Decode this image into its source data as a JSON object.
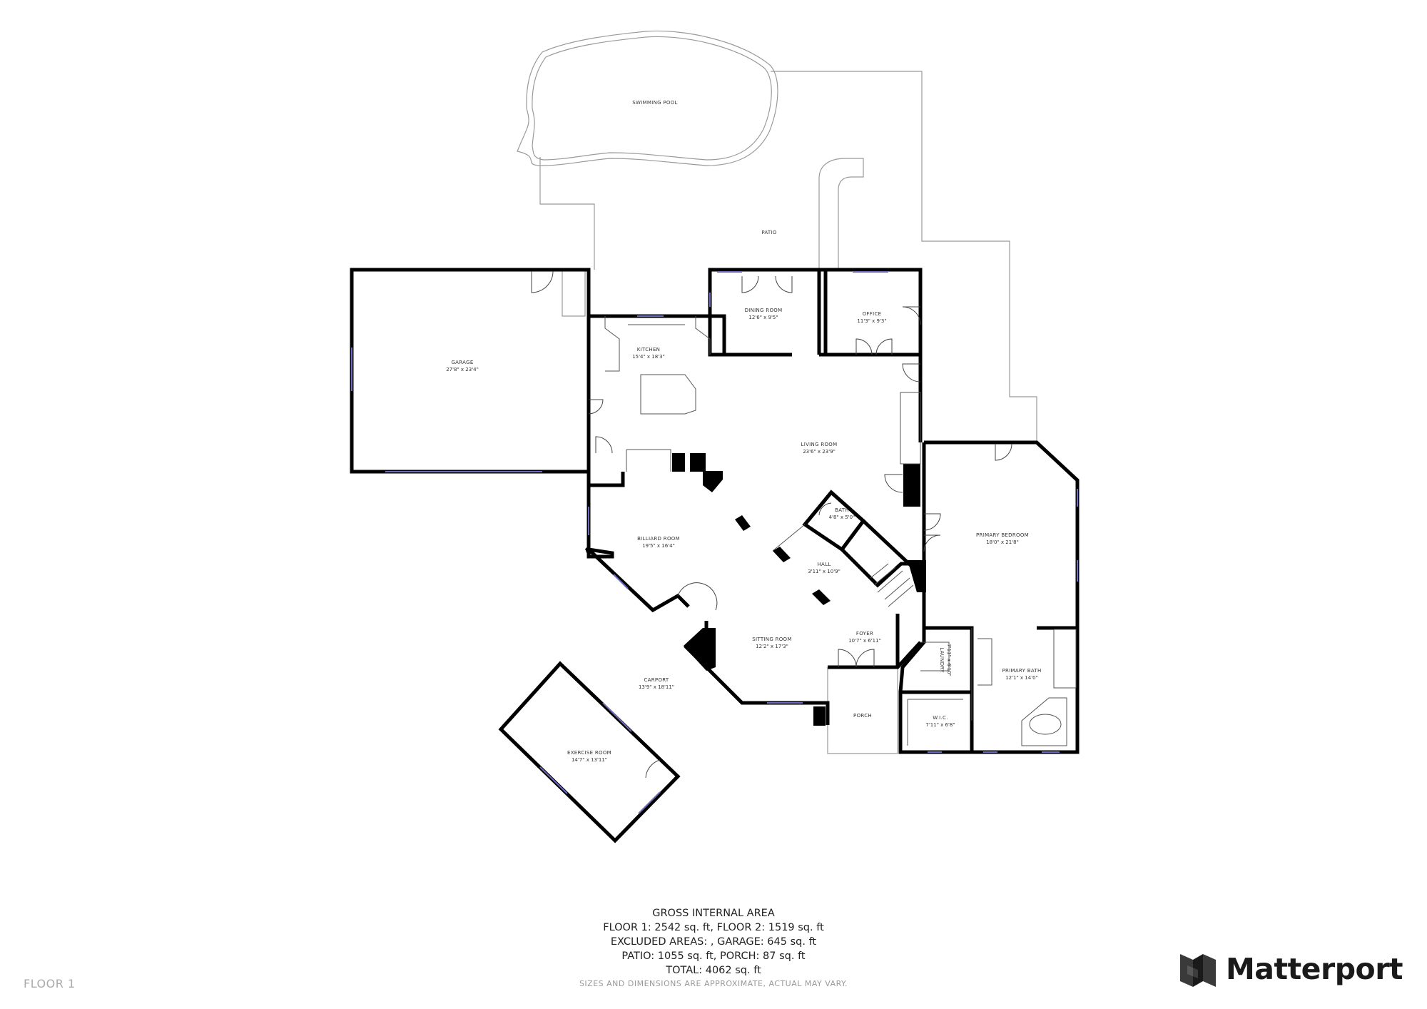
{
  "rooms": {
    "swimming_pool": {
      "name": "SWIMMING POOL"
    },
    "patio": {
      "name": "PATIO"
    },
    "garage": {
      "name": "GARAGE",
      "dims": "27'8\" x 23'4\""
    },
    "dining_room": {
      "name": "DINING ROOM",
      "dims": "12'6\" x 9'5\""
    },
    "office": {
      "name": "OFFICE",
      "dims": "11'3\" x 9'3\""
    },
    "kitchen": {
      "name": "KITCHEN",
      "dims": "15'4\" x 18'3\""
    },
    "living_room": {
      "name": "LIVING ROOM",
      "dims": "23'6\" x 23'9\""
    },
    "primary_bedroom": {
      "name": "PRIMARY BEDROOM",
      "dims": "18'0\" x 21'8\""
    },
    "bath": {
      "name": "BATH",
      "dims": "4'8\" x 5'0\""
    },
    "billiard_room": {
      "name": "BILLIARD ROOM",
      "dims": "19'5\" x 16'4\""
    },
    "hall": {
      "name": "HALL",
      "dims": "3'11\" x 10'9\""
    },
    "sitting_room": {
      "name": "SITTING ROOM",
      "dims": "12'2\" x 17'3\""
    },
    "foyer": {
      "name": "FOYER",
      "dims": "10'7\" x 6'11\""
    },
    "laundry": {
      "name": "LAUNDRY",
      "dims": "7'11\" x 6'10\""
    },
    "primary_bath": {
      "name": "PRIMARY BATH",
      "dims": "12'1\" x 14'0\""
    },
    "wic": {
      "name": "W.I.C.",
      "dims": "7'11\" x 6'8\""
    },
    "porch": {
      "name": "PORCH"
    },
    "carport": {
      "name": "CARPORT",
      "dims": "13'9\" x 18'11\""
    },
    "exercise_room": {
      "name": "EXERCISE ROOM",
      "dims": "14'7\" x 13'11\""
    }
  },
  "summary": {
    "title": "GROSS INTERNAL AREA",
    "line1": "FLOOR 1: 2542 sq. ft, FLOOR 2: 1519 sq. ft",
    "line2": "EXCLUDED AREAS: , GARAGE: 645 sq. ft",
    "line3": "PATIO: 1055 sq. ft, PORCH: 87 sq. ft",
    "line4": "TOTAL: 4062 sq. ft",
    "disclaimer": "SIZES AND DIMENSIONS ARE APPROXIMATE, ACTUAL MAY VARY."
  },
  "floor_label": "FLOOR 1",
  "brand": {
    "name": "Matterport",
    "icon": "matterport-logo-icon"
  },
  "colors": {
    "wall": "#000000",
    "outline": "#9a9a9a",
    "window": "#6b6bbf",
    "text": "#333333"
  }
}
